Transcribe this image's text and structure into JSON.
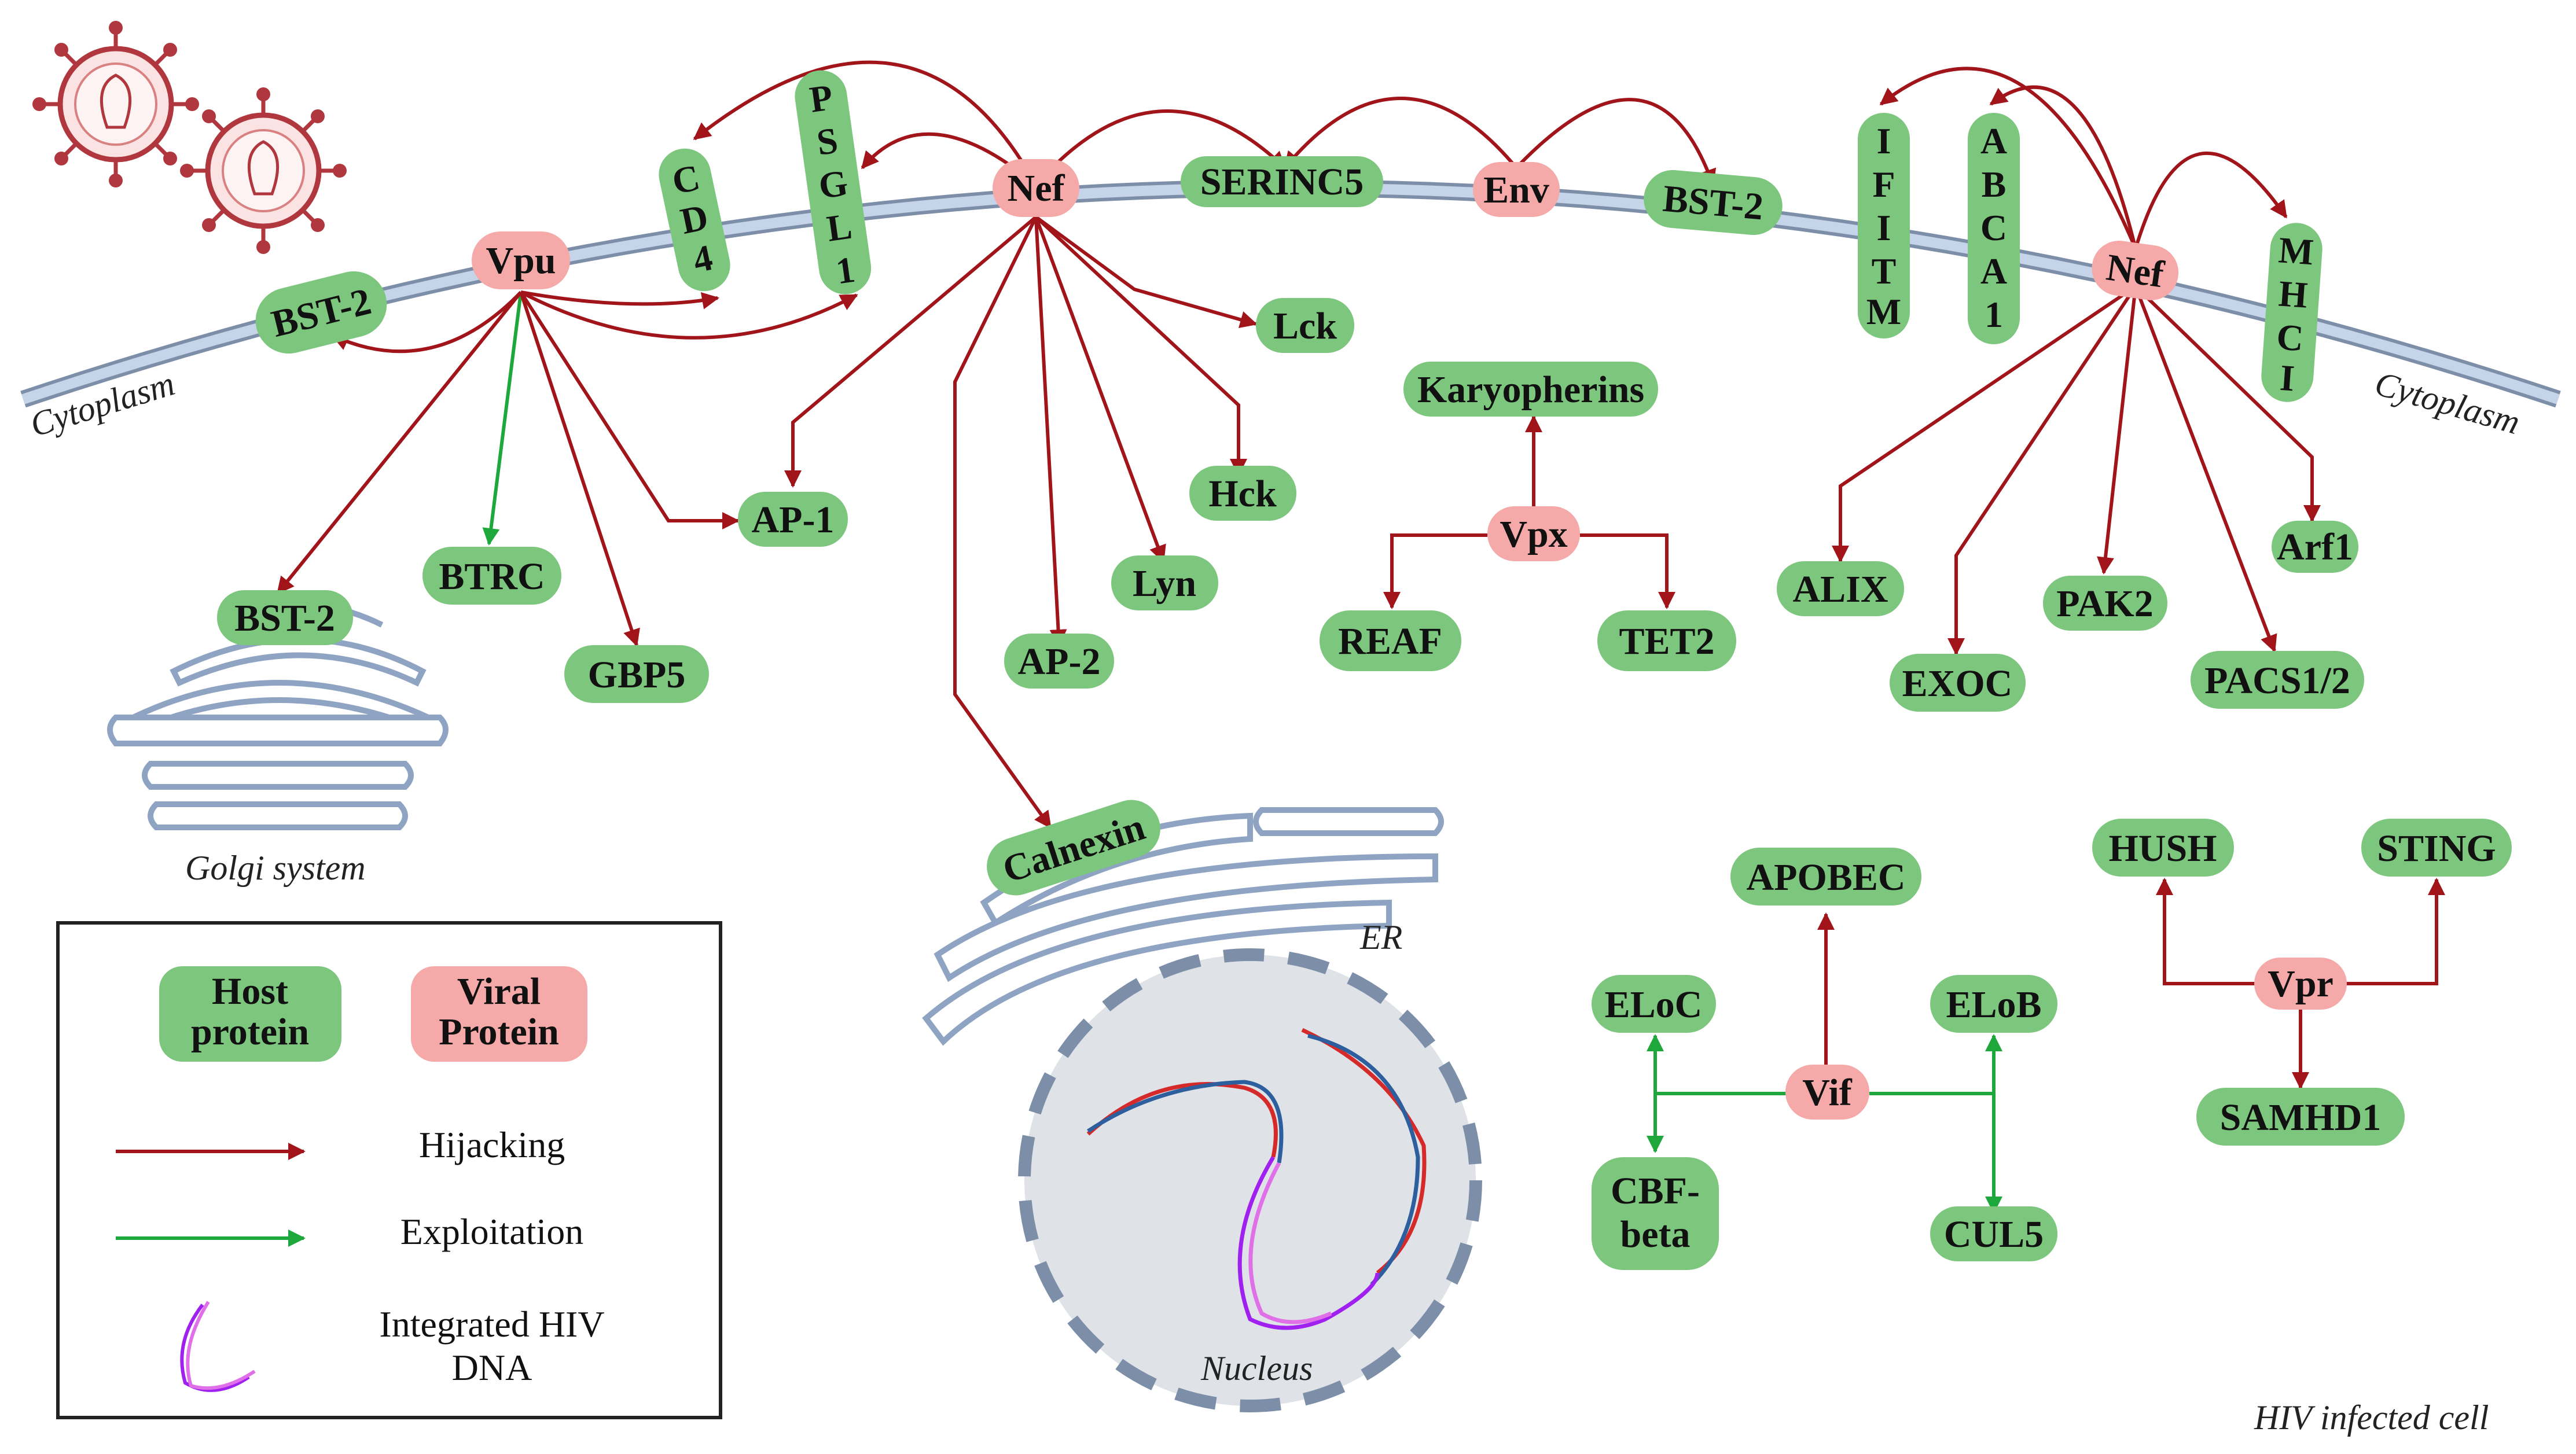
{
  "colors": {
    "host": "#7dc67e",
    "viral": "#f5aaa9",
    "hijacking": "#a0141a",
    "exploitation": "#1ea83c",
    "membrane": "#b9c9df"
  },
  "compartments": {
    "cytoplasm_left": "Cytoplasm",
    "cytoplasm_right": "Cytoplasm",
    "golgi": "Golgi system",
    "er": "ER",
    "nucleus": "Nucleus",
    "cell": "HIV infected cell"
  },
  "viral_proteins": {
    "vpu": "Vpu",
    "nef_left": "Nef",
    "env": "Env",
    "nef_right": "Nef",
    "vpx": "Vpx",
    "vif": "Vif",
    "vpr": "Vpr"
  },
  "host_proteins": {
    "bst2_membrane_left": "BST-2",
    "cd4": [
      "C",
      "D",
      "4"
    ],
    "psgl1": [
      "P",
      "S",
      "G",
      "L",
      "1"
    ],
    "serinc5": "SERINC5",
    "bst2_membrane_right": "BST-2",
    "ifitm": [
      "I",
      "F",
      "I",
      "T",
      "M"
    ],
    "abca1": [
      "A",
      "B",
      "C",
      "A",
      "1"
    ],
    "mhci": [
      "M",
      "H",
      "C",
      "I"
    ],
    "bst2_golgi": "BST-2",
    "btrc": "BTRC",
    "gbp5": "GBP5",
    "ap1": "AP-1",
    "lck": "Lck",
    "hck": "Hck",
    "lyn": "Lyn",
    "ap2": "AP-2",
    "calnexin": "Calnexin",
    "karyopherins": "Karyopherins",
    "reaf": "REAF",
    "tet2": "TET2",
    "alix": "ALIX",
    "exoc": "EXOC",
    "pak2": "PAK2",
    "pacs": "PACS1/2",
    "arf1": "Arf1",
    "apobec": "APOBEC",
    "eloc": "ELoC",
    "elob": "ELoB",
    "cbf_beta": [
      "CBF-",
      "beta"
    ],
    "cul5": "CUL5",
    "hush": "HUSH",
    "sting": "STING",
    "samhd1": "SAMHD1"
  },
  "legend": {
    "host": [
      "Host",
      "protein"
    ],
    "viral": [
      "Viral",
      "Protein"
    ],
    "hijacking": "Hijacking",
    "exploitation": "Exploitation",
    "integrated_dna": [
      "Integrated HIV",
      "DNA"
    ]
  }
}
